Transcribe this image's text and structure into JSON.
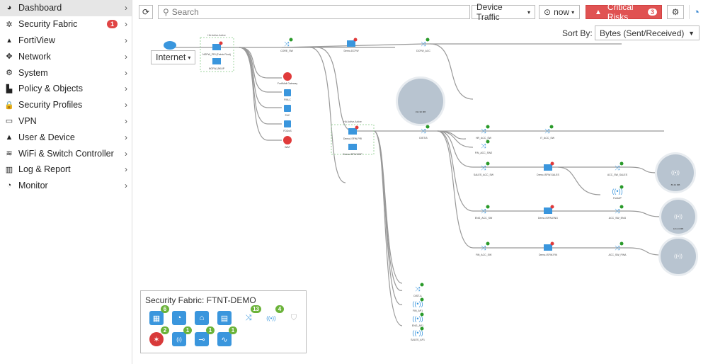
{
  "sidebar": {
    "items": [
      {
        "label": "Dashboard",
        "icon": "dashboard-icon",
        "glyph": "◕",
        "active": true
      },
      {
        "label": "Security Fabric",
        "icon": "security-fabric-icon",
        "glyph": "✲",
        "badge": "1"
      },
      {
        "label": "FortiView",
        "icon": "fortiview-icon",
        "glyph": "▴"
      },
      {
        "label": "Network",
        "icon": "network-icon",
        "glyph": "✥"
      },
      {
        "label": "System",
        "icon": "system-icon",
        "glyph": "⚙"
      },
      {
        "label": "Policy & Objects",
        "icon": "policy-icon",
        "glyph": "▙"
      },
      {
        "label": "Security Profiles",
        "icon": "lock-icon",
        "glyph": "🔒"
      },
      {
        "label": "VPN",
        "icon": "laptop-icon",
        "glyph": "▭"
      },
      {
        "label": "User & Device",
        "icon": "user-icon",
        "glyph": "▲"
      },
      {
        "label": "WiFi & Switch Controller",
        "icon": "wifi-icon",
        "glyph": "≋"
      },
      {
        "label": "Log & Report",
        "icon": "log-icon",
        "glyph": "▥"
      },
      {
        "label": "Monitor",
        "icon": "monitor-icon",
        "glyph": "◔"
      }
    ],
    "chevron": "›"
  },
  "toolbar": {
    "refresh_glyph": "⟳",
    "search_placeholder": "Search",
    "search_glyph": "⚲",
    "device_traffic": "Device Traffic",
    "time": "now",
    "time_glyph": "⊙",
    "critical_label": "Critical Risks",
    "critical_count": "3",
    "critical_glyph": "▲",
    "gear_glyph": "⚙",
    "timer_glyph": "◔",
    "caret": "▾"
  },
  "sort": {
    "label": "Sort By:",
    "value": "Bytes (Sent/Received)"
  },
  "internet": {
    "label": "Internet"
  },
  "topology": {
    "colors": {
      "blue": "#3a96dd",
      "red": "#e03a3a",
      "green": "#2a9a2a",
      "line": "#999",
      "group": "#9fd59f",
      "bubble": "#b8c4d0"
    },
    "groups": [
      {
        "label": "HA Active-Active"
      },
      {
        "label": "HA Active-Active"
      }
    ],
    "nodes": [
      {
        "label": "NGFW_PRI (Fabric Root)",
        "type": "fw",
        "status": "red"
      },
      {
        "label": "NGFW_BKUP",
        "type": "fw"
      },
      {
        "label": "CORE_SW",
        "type": "sw",
        "status": "green"
      },
      {
        "label": "FortiMail Gateway",
        "type": "red"
      },
      {
        "label": "FWLC",
        "type": "box"
      },
      {
        "label": "FAC",
        "type": "box"
      },
      {
        "label": "FDDoS",
        "type": "box"
      },
      {
        "label": "WAF",
        "type": "red"
      },
      {
        "label": "Demo-DCFW",
        "type": "fw",
        "status": "red"
      },
      {
        "label": "DCFW_ACC",
        "type": "sw",
        "status": "green"
      },
      {
        "label": "Demo-ISFW-PRI",
        "type": "fw",
        "status": "red"
      },
      {
        "label": "Demo-ISFW-BKP",
        "type": "fw"
      },
      {
        "label": "DIST-B",
        "type": "sw",
        "status": "green"
      },
      {
        "label": "HR_ACC_SW",
        "type": "sw",
        "status": "green"
      },
      {
        "label": "IT_ACC_SW",
        "type": "sw",
        "status": "green"
      },
      {
        "label": "FIN_ACC_SW2",
        "type": "sw",
        "status": "green"
      },
      {
        "label": "SALES_ACC_SW",
        "type": "sw",
        "status": "green"
      },
      {
        "label": "Demo-ISFW-SALES",
        "type": "fw",
        "status": "red"
      },
      {
        "label": "ACC_SW_SALES",
        "type": "sw",
        "status": "green"
      },
      {
        "label": "FortiAP",
        "type": "ap",
        "status": "green"
      },
      {
        "label": "ENG_ACC_SW",
        "type": "sw",
        "status": "green"
      },
      {
        "label": "Demo-ISFW-ENG",
        "type": "fw",
        "status": "red"
      },
      {
        "label": "ACC_SW_ENG",
        "type": "sw",
        "status": "green"
      },
      {
        "label": "FIN_ACC_SW",
        "type": "sw",
        "status": "green"
      },
      {
        "label": "Demo-ISFW-FIN",
        "type": "fw",
        "status": "red"
      },
      {
        "label": "ACC_SW_FINA",
        "type": "sw",
        "status": "green"
      },
      {
        "label": "DIST-A",
        "type": "sw",
        "status": "green"
      },
      {
        "label": "FIN_AP1",
        "type": "ap",
        "status": "green"
      },
      {
        "label": "ENG_AP1",
        "type": "ap",
        "status": "green"
      },
      {
        "label": "SALES_AP1",
        "type": "ap",
        "status": "green"
      }
    ],
    "bubbles": [
      {
        "label": "191.90 MB"
      },
      {
        "label": "86.42 MB"
      },
      {
        "label": "121.24 MB"
      }
    ]
  },
  "legend": {
    "title": "Security Fabric: FTNT-DEMO",
    "items": [
      {
        "name": "fortigate-icon",
        "glyph": "▦",
        "count": "6"
      },
      {
        "name": "fortianalyzer-icon",
        "glyph": "◔"
      },
      {
        "name": "fortisandbox-icon",
        "glyph": "⌂"
      },
      {
        "name": "fortimanager-icon",
        "glyph": "▤"
      },
      {
        "name": "fortiswitch-icon",
        "glyph": "⤨",
        "count": "13",
        "plain": true
      },
      {
        "name": "fortiap-icon",
        "glyph": "((•))",
        "count": "4",
        "plain": true
      },
      {
        "name": "forticlient-icon",
        "glyph": "⛉",
        "plain": true,
        "grey": true
      },
      {
        "name": "fortimail-icon",
        "glyph": "✶",
        "count": "2",
        "red": true
      },
      {
        "name": "fortiwlc-icon",
        "glyph": "(ı)",
        "count": "1"
      },
      {
        "name": "fortiauthenticator-icon",
        "glyph": "⊸",
        "count": "1"
      },
      {
        "name": "fortiddos-icon",
        "glyph": "∿",
        "count": "1"
      }
    ]
  }
}
